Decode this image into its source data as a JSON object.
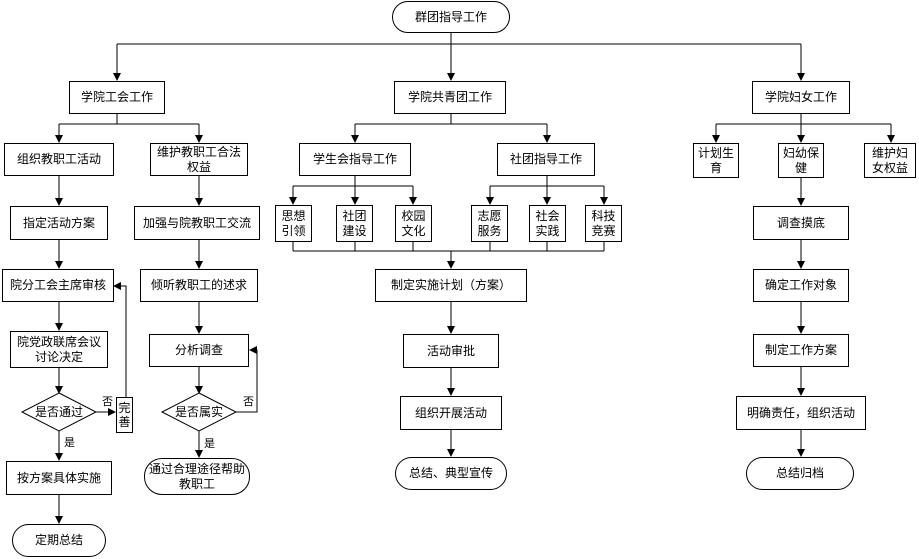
{
  "nodes": {
    "root": "群团指导工作",
    "union": "学院工会工作",
    "league": "学院共青团工作",
    "women": "学院妇女工作",
    "u1": "组织教职工活动",
    "u2": "维护教职工合法权益",
    "u1a": "指定活动方案",
    "u1b": "院分工会主席审核",
    "u1c": "院党政联席会议讨论决定",
    "u1d": "是否通过",
    "u1e": "完善",
    "u1f": "按方案具体实施",
    "u1g": "定期总结",
    "u2a": "加强与院教职工交流",
    "u2b": "倾听教职工的述求",
    "u2c": "分析调查",
    "u2d": "是否属实",
    "u2e": "通过合理途径帮助教职工",
    "l1": "学生会指导工作",
    "l2": "社团指导工作",
    "la": "思想引领",
    "lb": "社团建设",
    "lc": "校园文化",
    "ld": "志愿服务",
    "le": "社会实践",
    "lf": "科技竞赛",
    "lp": "制定实施计划（方案）",
    "lq": "活动审批",
    "lr": "组织开展活动",
    "ls": "总结、典型宣传",
    "w1": "计划生育",
    "w2": "妇幼保健",
    "w3": "维护妇女权益",
    "wa": "调查摸底",
    "wb": "确定工作对象",
    "wc": "制定工作方案",
    "wd": "明确责任，组织活动",
    "we": "总结归档"
  },
  "edge_labels": {
    "yes": "是",
    "no": "否"
  }
}
